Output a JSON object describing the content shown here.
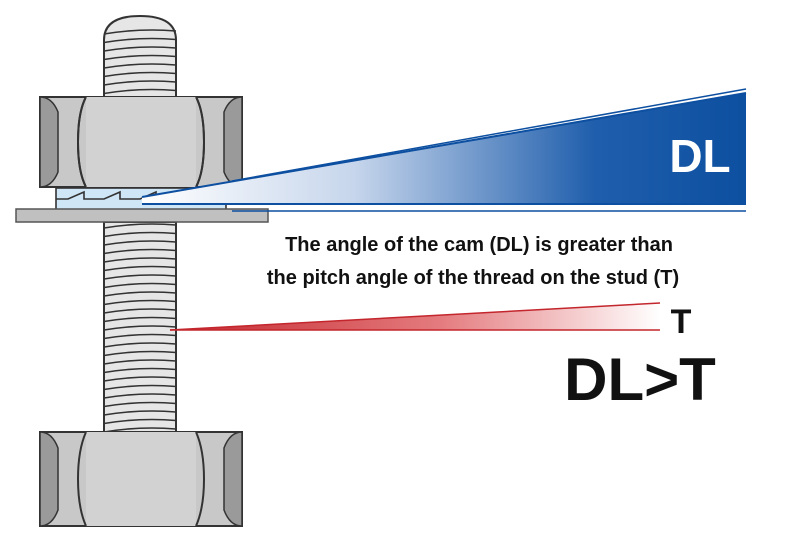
{
  "labels": {
    "cam_angle": "DL",
    "caption_line1": "The angle of the cam (DL) is greater than",
    "caption_line2": "the pitch angle of the thread on the stud (T)",
    "pitch_angle": "T",
    "relation": "DL>T"
  },
  "colors": {
    "cam_wedge": "#0d4fa0",
    "pitch_wedge": "#c3262c",
    "steel": "#c8c8c8",
    "steel_dark": "#8a8a8a",
    "washer_blue": "#cfe6f7",
    "outline": "#333333",
    "text": "#111111",
    "background": "#ffffff"
  },
  "icons": [
    "hex-nut-icon",
    "threaded-stud-icon",
    "wedge-lock-washer-icon"
  ]
}
